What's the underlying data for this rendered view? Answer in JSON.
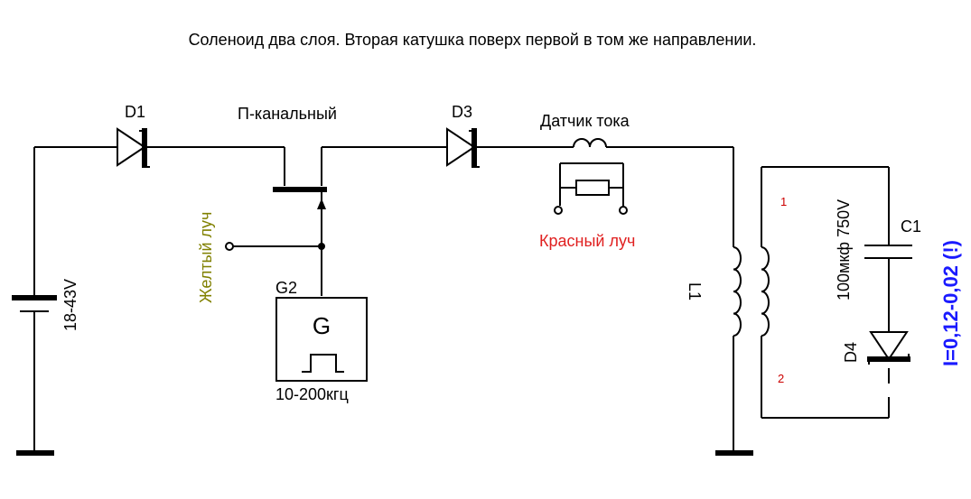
{
  "title": "Соленоид два слоя. Вторая катушка поверх первой в том же направлении.",
  "labels": {
    "d1": "D1",
    "d3": "D3",
    "d4": "D4",
    "mosfet": "П-канальный",
    "current_sensor": "Датчик тока",
    "red_probe": "Красный луч",
    "yellow_probe": "Желтый луч",
    "g2": "G2",
    "generator_letter": "G",
    "generator_freq": "10-200кгц",
    "battery_voltage": "18-43V",
    "inductor": "L1",
    "capacitor": "C1",
    "capacitor_value": "100мкф 750V",
    "terminal_1": "1",
    "terminal_2": "2",
    "current_note": "I=0,12-0,02 (!)"
  },
  "colors": {
    "wire": "#000000",
    "red_label": "#e02020",
    "olive_label": "#808000",
    "blue_label": "#1a1aff",
    "terminal_label": "#cc0000"
  }
}
